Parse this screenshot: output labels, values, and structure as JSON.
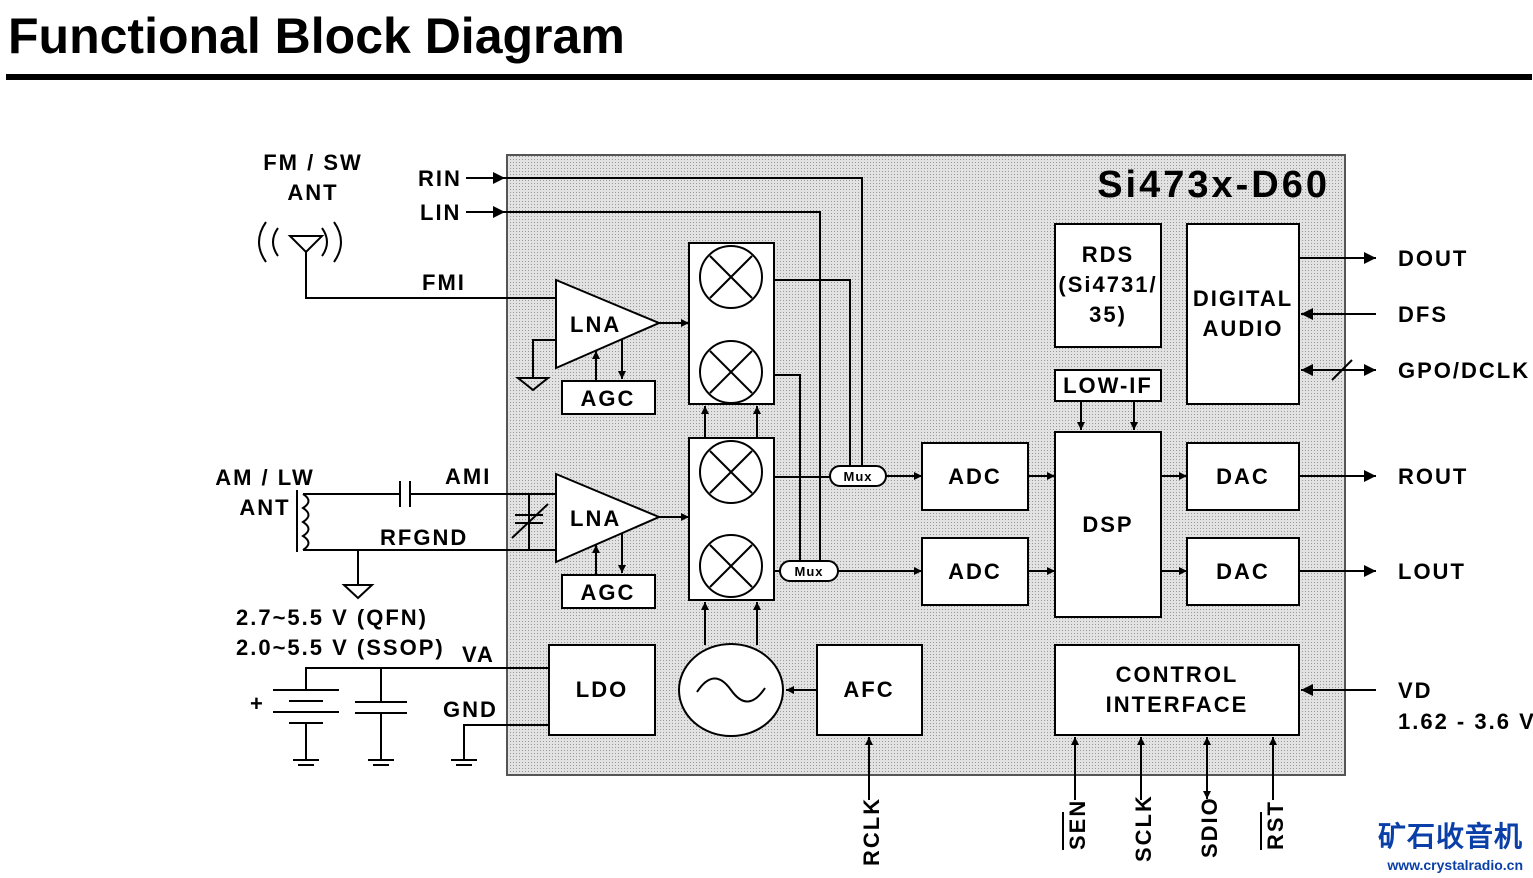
{
  "header": {
    "title": "Functional Block Diagram"
  },
  "chip": {
    "name": "Si473x-D60"
  },
  "blocks": {
    "lna_fm": "LNA",
    "agc_fm": "AGC",
    "lna_am": "LNA",
    "agc_am": "AGC",
    "mux_top": "Mux",
    "mux_bottom": "Mux",
    "adc_top": "ADC",
    "adc_bottom": "ADC",
    "rds": [
      "RDS",
      "(Si4731/",
      "35)"
    ],
    "low_if": "LOW-IF",
    "dsp": "DSP",
    "digital_audio": [
      "DIGITAL",
      "AUDIO"
    ],
    "dac_top": "DAC",
    "dac_bottom": "DAC",
    "ldo": "LDO",
    "afc": "AFC",
    "control_interface": [
      "CONTROL",
      "INTERFACE"
    ]
  },
  "pins": {
    "fm_ant": [
      "FM / SW",
      "ANT"
    ],
    "rin": "RIN",
    "lin": "LIN",
    "fmi": "FMI",
    "am_ant": [
      "AM / LW",
      "ANT"
    ],
    "ami": "AMI",
    "rfgnd": "RFGND",
    "supply": [
      "2.7~5.5 V (QFN)",
      "2.0~5.5 V (SSOP)"
    ],
    "va": "VA",
    "gnd": "GND",
    "plus": "+",
    "dout": "DOUT",
    "dfs": "DFS",
    "gpo_dclk": "GPO/DCLK",
    "rout": "ROUT",
    "lout": "LOUT",
    "vd": "VD",
    "vd_range": "1.62 - 3.6 V",
    "rclk": "RCLK",
    "sen": "SEN",
    "sclk": "SCLK",
    "sdio": "SDIO",
    "rst": "RST"
  },
  "watermark": {
    "name": "矿石收音机",
    "url": "www.crystalradio.cn"
  },
  "colors": {
    "chip_fill": "#d3d3d3",
    "watermark": "#0a3fa8"
  }
}
